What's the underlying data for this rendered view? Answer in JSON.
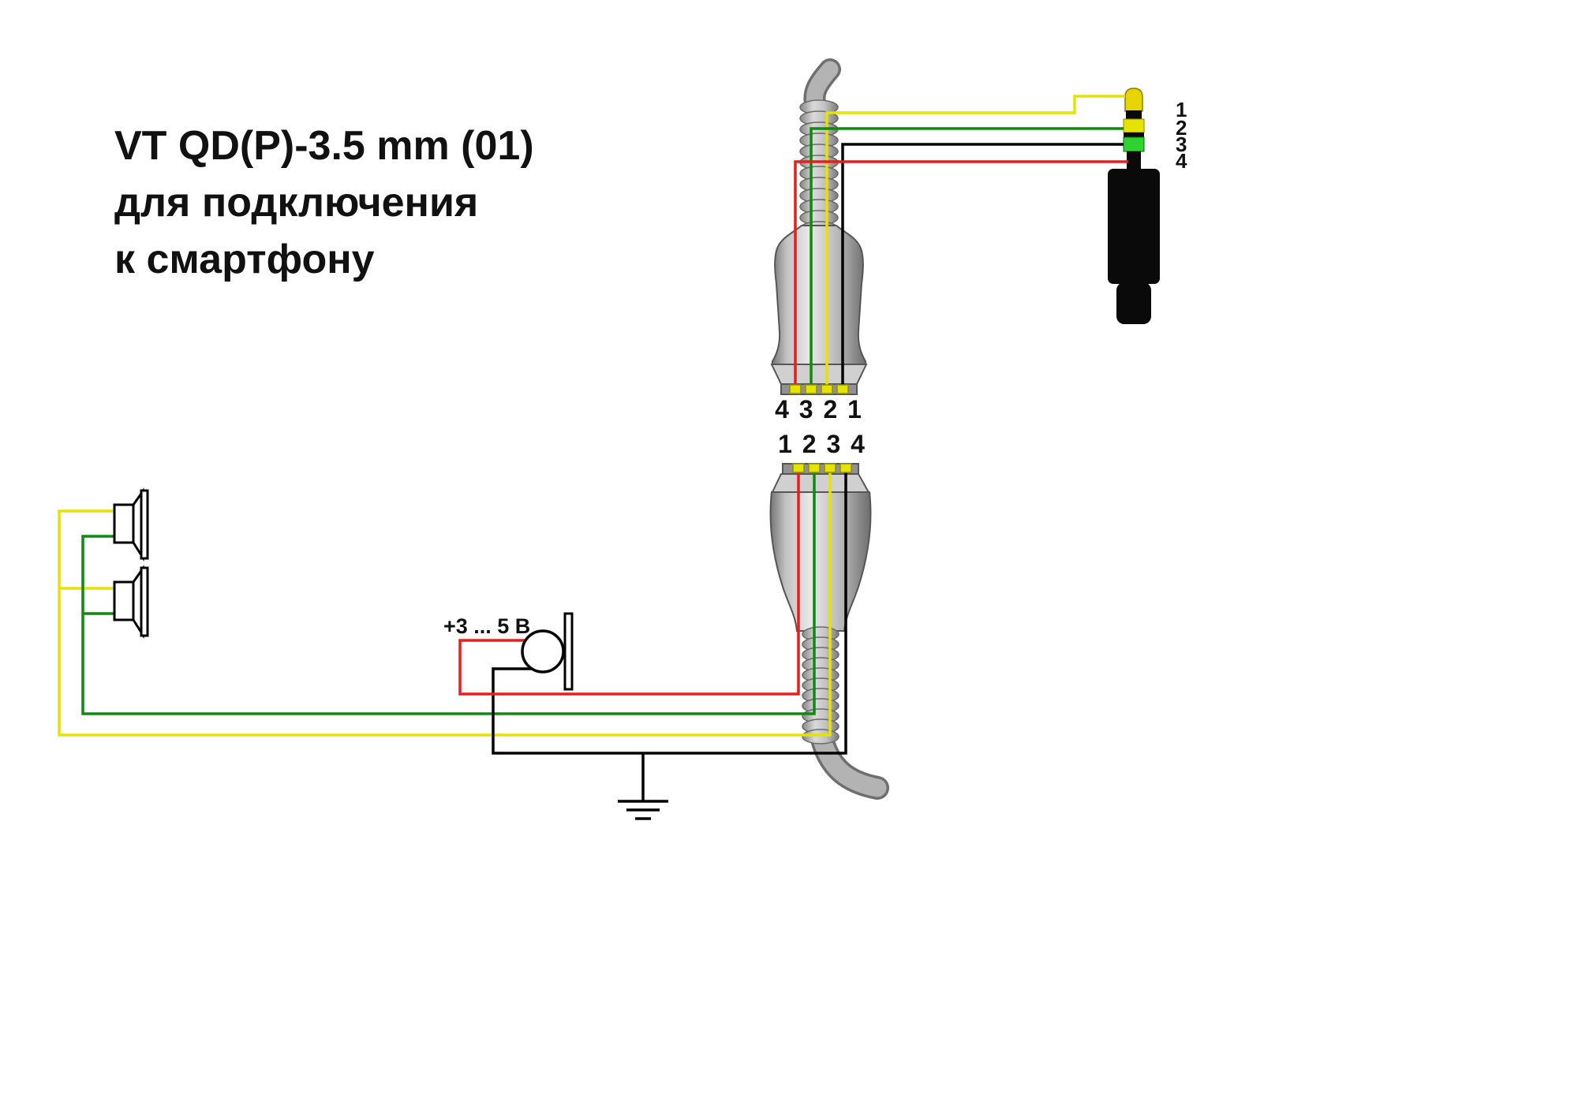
{
  "title": {
    "line1": "VT QD(P)-3.5 mm (01)",
    "line2": "для подключения",
    "line3": "к смартфону"
  },
  "connectors": {
    "top_pin_labels": "4 3 2 1",
    "bottom_pin_labels": "1 2 3 4"
  },
  "jack": {
    "pin1": "1",
    "pin2": "2",
    "pin3": "3",
    "pin4": "4"
  },
  "microphone": {
    "voltage_label": "+3 ... 5 В"
  },
  "colors": {
    "wire_yellow": "#e6e300",
    "wire_green": "#0f8a0f",
    "wire_red": "#ea1c1c",
    "wire_black": "#000000",
    "jack_tip_yellow": "#e8d400",
    "jack_band_green": "#2fd32f",
    "connector_gray": "#bcbcbc"
  }
}
